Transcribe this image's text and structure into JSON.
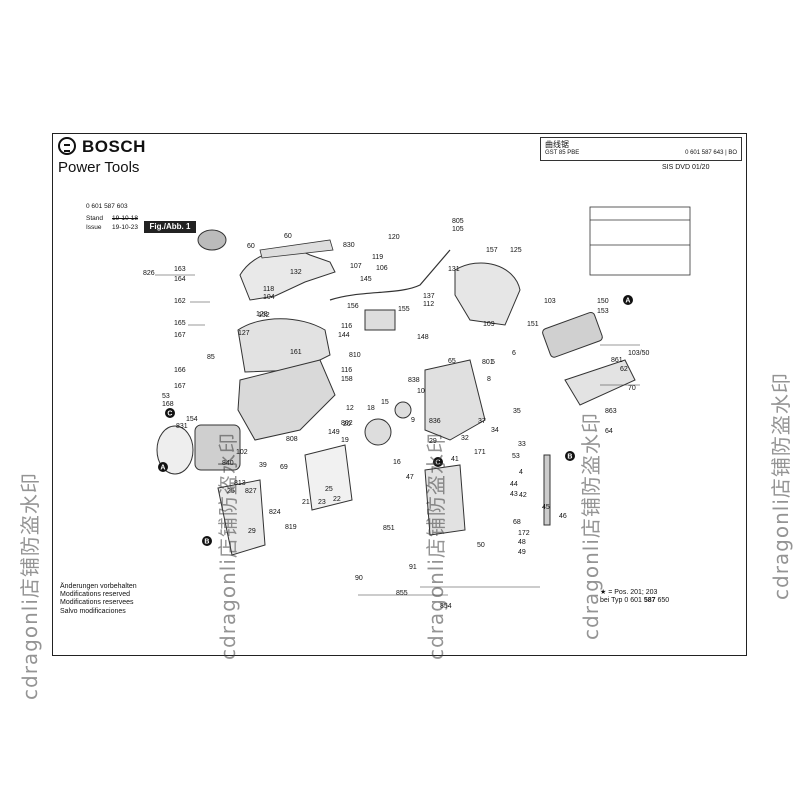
{
  "brand": {
    "name": "BOSCH",
    "subtitle": "Power Tools"
  },
  "title_box": {
    "product": "曲线锯",
    "model": "GST 85 PBE",
    "code": "0 601 587 643 | BO"
  },
  "dvd": "SIS DVD 01/20",
  "doc_meta": {
    "number": "0 601 587 603",
    "stand_label": "Stand",
    "stand_date": "19-10-18",
    "issue_label": "Issue",
    "issue_date": "19-10-23",
    "figure": "Fig./Abb. 1"
  },
  "notes": [
    "Änderungen vorbehalten",
    "Modifications reserved",
    "Modifications reservees",
    "Salvo modificaciones"
  ],
  "footnote": {
    "line1": "★ = Pos. 201; 203",
    "line2_prefix": "bei Typ 0 601 ",
    "line2_bold": "587",
    "line2_suffix": " 650"
  },
  "watermark": "cdragonli店铺防盗水印",
  "part_labels": [
    "826",
    "163",
    "164",
    "162",
    "165",
    "167",
    "85",
    "166",
    "167",
    "53",
    "168",
    "60",
    "60",
    "830",
    "127",
    "161",
    "132",
    "118",
    "104",
    "128",
    "107",
    "119",
    "106",
    "145",
    "131",
    "120",
    "805",
    "105",
    "157",
    "125",
    "156",
    "116",
    "144",
    "137",
    "112",
    "155",
    "810",
    "116",
    "158",
    "148",
    "109",
    "103",
    "150",
    "153",
    "151",
    "103/50",
    "861",
    "62",
    "70",
    "863",
    "64",
    "65",
    "801",
    "5",
    "6",
    "8",
    "838",
    "10",
    "12",
    "802",
    "18",
    "15",
    "9",
    "836",
    "29",
    "32",
    "35",
    "37",
    "34",
    "33",
    "53",
    "171",
    "41",
    "4",
    "44",
    "43",
    "42",
    "45",
    "46",
    "47",
    "68",
    "172",
    "48",
    "49",
    "50",
    "851",
    "91",
    "90",
    "855",
    "854",
    "840",
    "102",
    "808",
    "149",
    "20",
    "19",
    "16",
    "813",
    "827",
    "25",
    "39",
    "69",
    "25",
    "21",
    "23",
    "22",
    "819",
    "824",
    "29",
    "831",
    "154",
    "152",
    "128"
  ],
  "callouts": [
    "A",
    "A",
    "B",
    "B",
    "C",
    "C"
  ]
}
